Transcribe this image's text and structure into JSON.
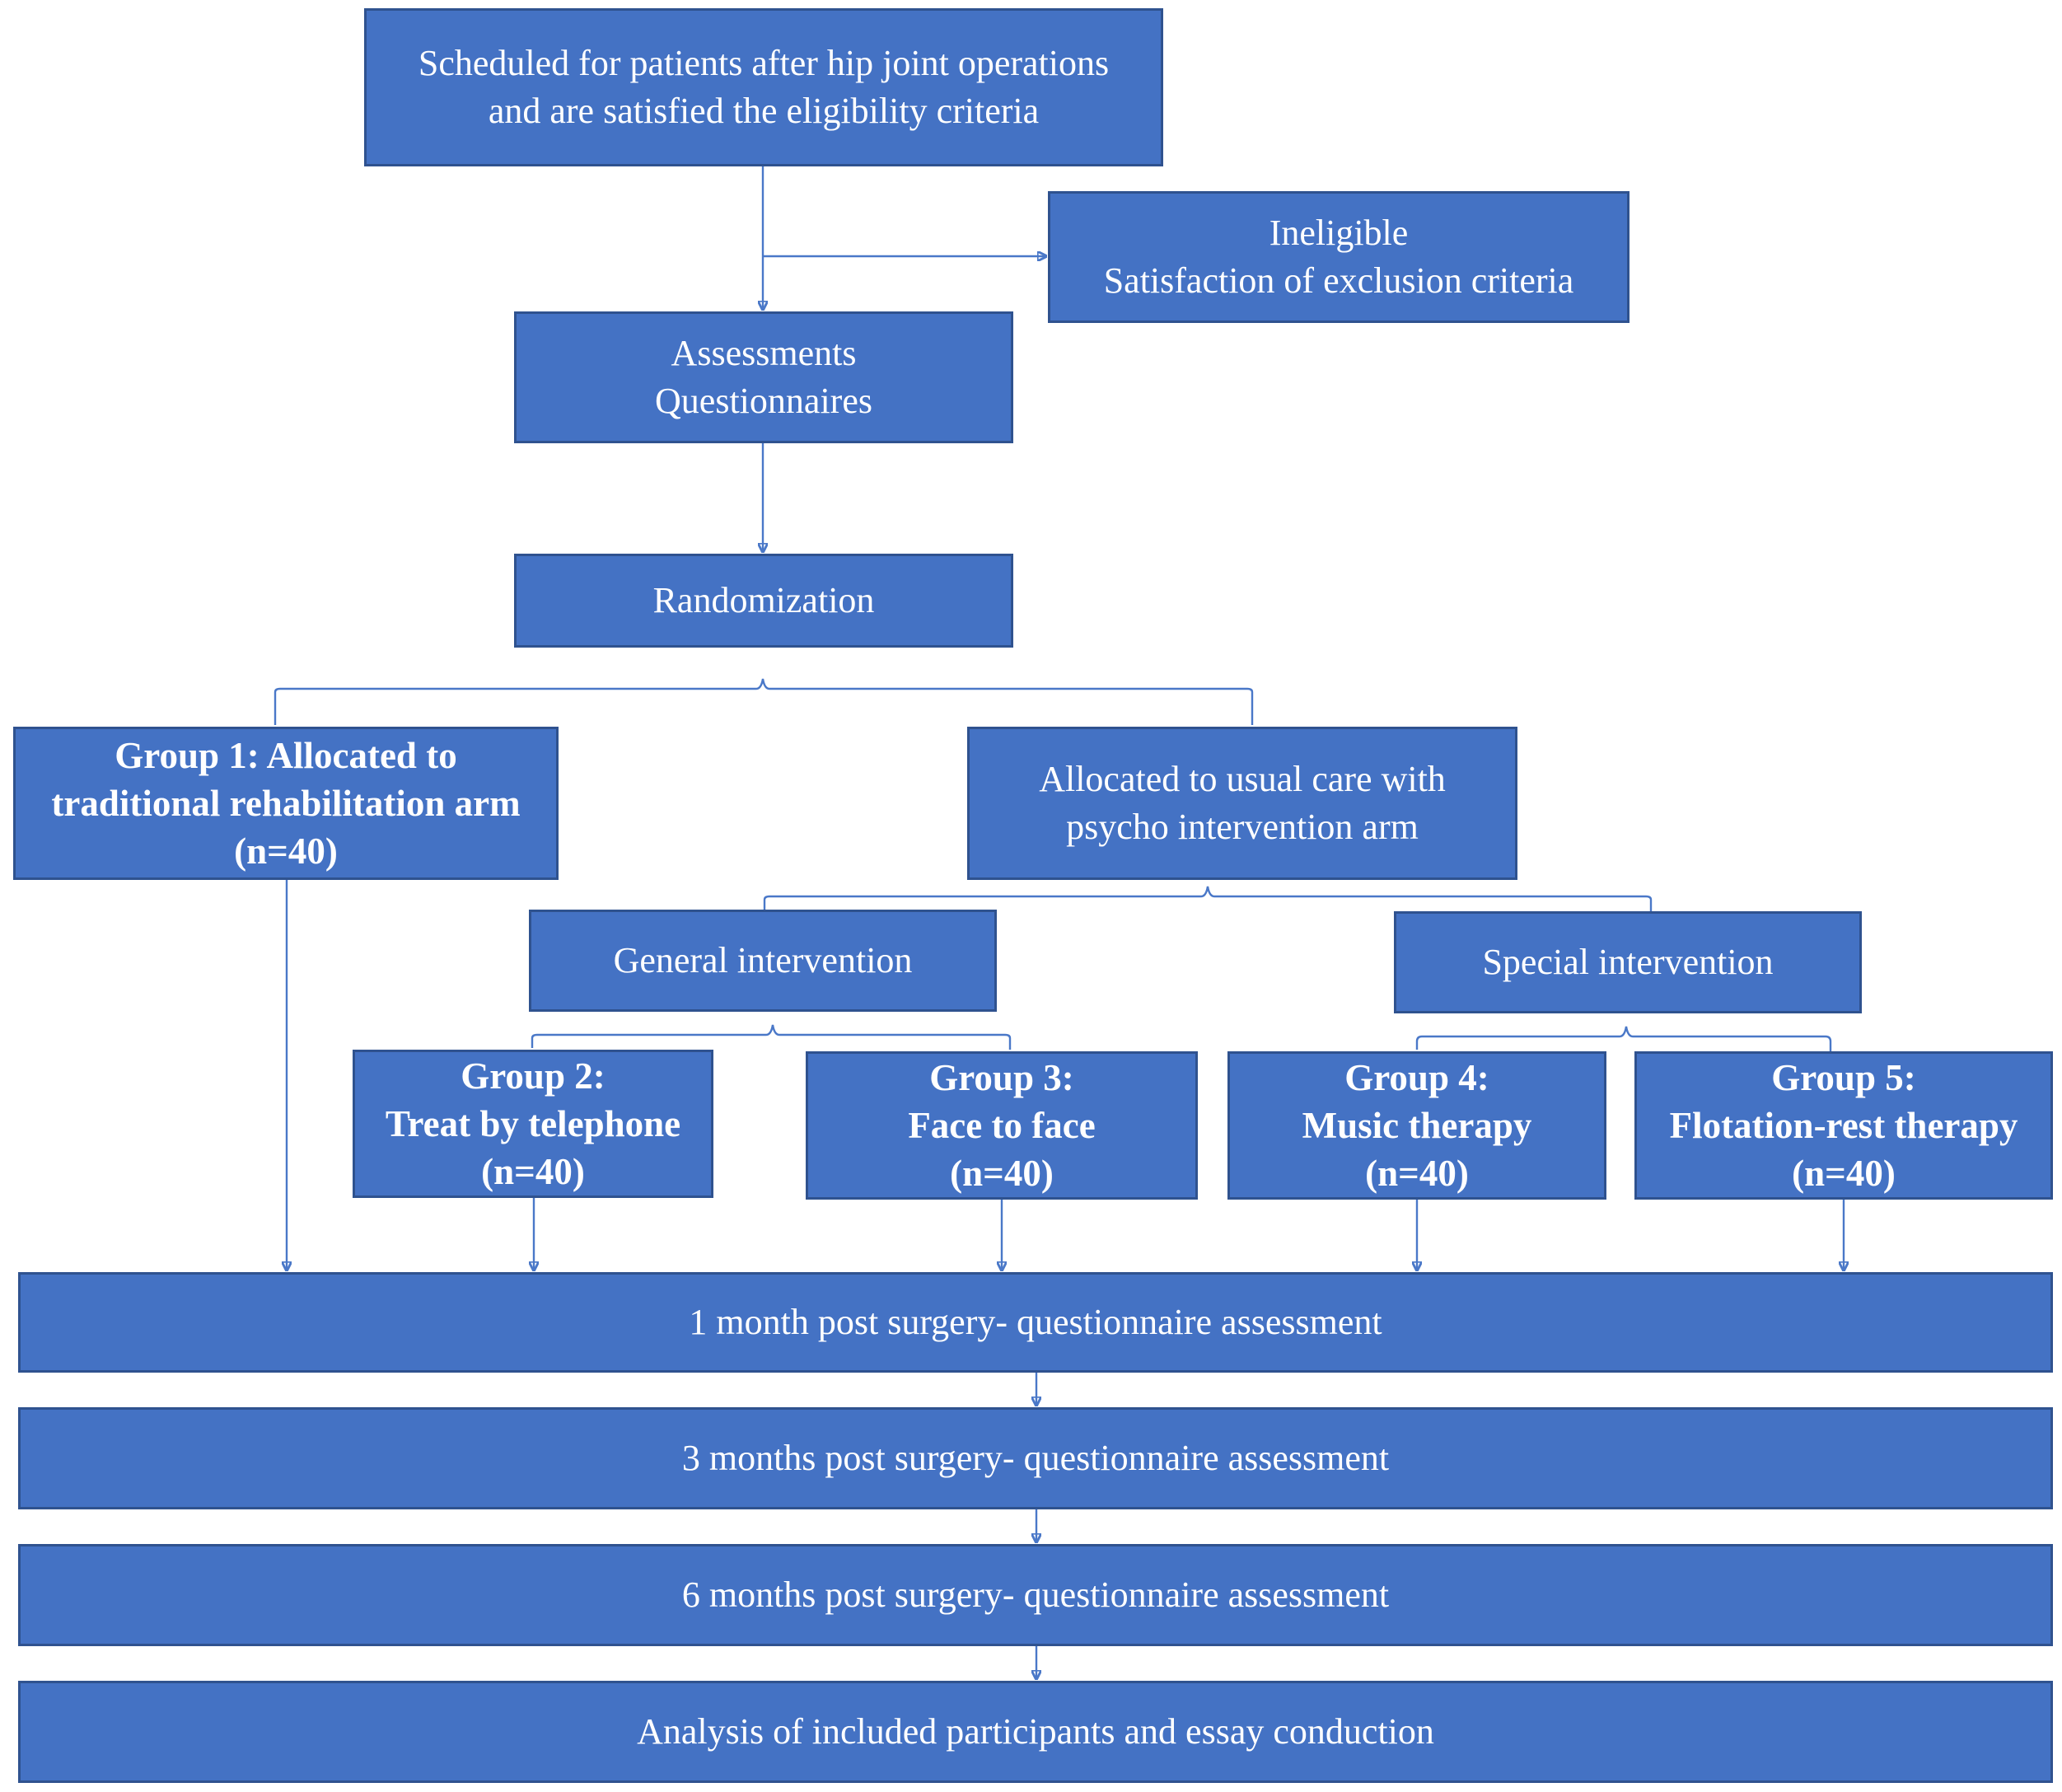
{
  "diagram": {
    "nodes": {
      "scheduled": {
        "lines": [
          "Scheduled for patients after hip joint operations",
          "and are satisfied the eligibility criteria"
        ]
      },
      "ineligible": {
        "lines": [
          "Ineligible",
          "Satisfaction of exclusion criteria"
        ]
      },
      "assessments": {
        "lines": [
          "Assessments",
          "Questionnaires"
        ]
      },
      "randomization": {
        "lines": [
          "Randomization"
        ]
      },
      "group1": {
        "lines": [
          "Group 1: Allocated to",
          "traditional rehabilitation arm",
          "(n=40)"
        ]
      },
      "usual_care": {
        "lines": [
          "Allocated to usual care with",
          "psycho intervention arm"
        ]
      },
      "general": {
        "lines": [
          "General intervention"
        ]
      },
      "special": {
        "lines": [
          "Special intervention"
        ]
      },
      "group2": {
        "lines": [
          "Group 2:",
          "Treat by telephone",
          "(n=40)"
        ]
      },
      "group3": {
        "lines": [
          "Group 3:",
          "Face to face",
          "(n=40)"
        ]
      },
      "group4": {
        "lines": [
          "Group 4:",
          "Music therapy",
          "(n=40)"
        ]
      },
      "group5": {
        "lines": [
          "Group 5:",
          "Flotation-rest therapy",
          "(n=40)"
        ]
      },
      "month1": {
        "lines": [
          "1 month post surgery- questionnaire assessment"
        ]
      },
      "month3": {
        "lines": [
          "3 months post surgery- questionnaire assessment"
        ]
      },
      "month6": {
        "lines": [
          "6 months post surgery- questionnaire assessment"
        ]
      },
      "analysis": {
        "lines": [
          "Analysis of included participants and essay conduction"
        ]
      }
    },
    "colors": {
      "box_fill": "#4472c4",
      "box_border": "#2f528f",
      "text": "#ffffff",
      "connector": "#4a78c8"
    }
  }
}
